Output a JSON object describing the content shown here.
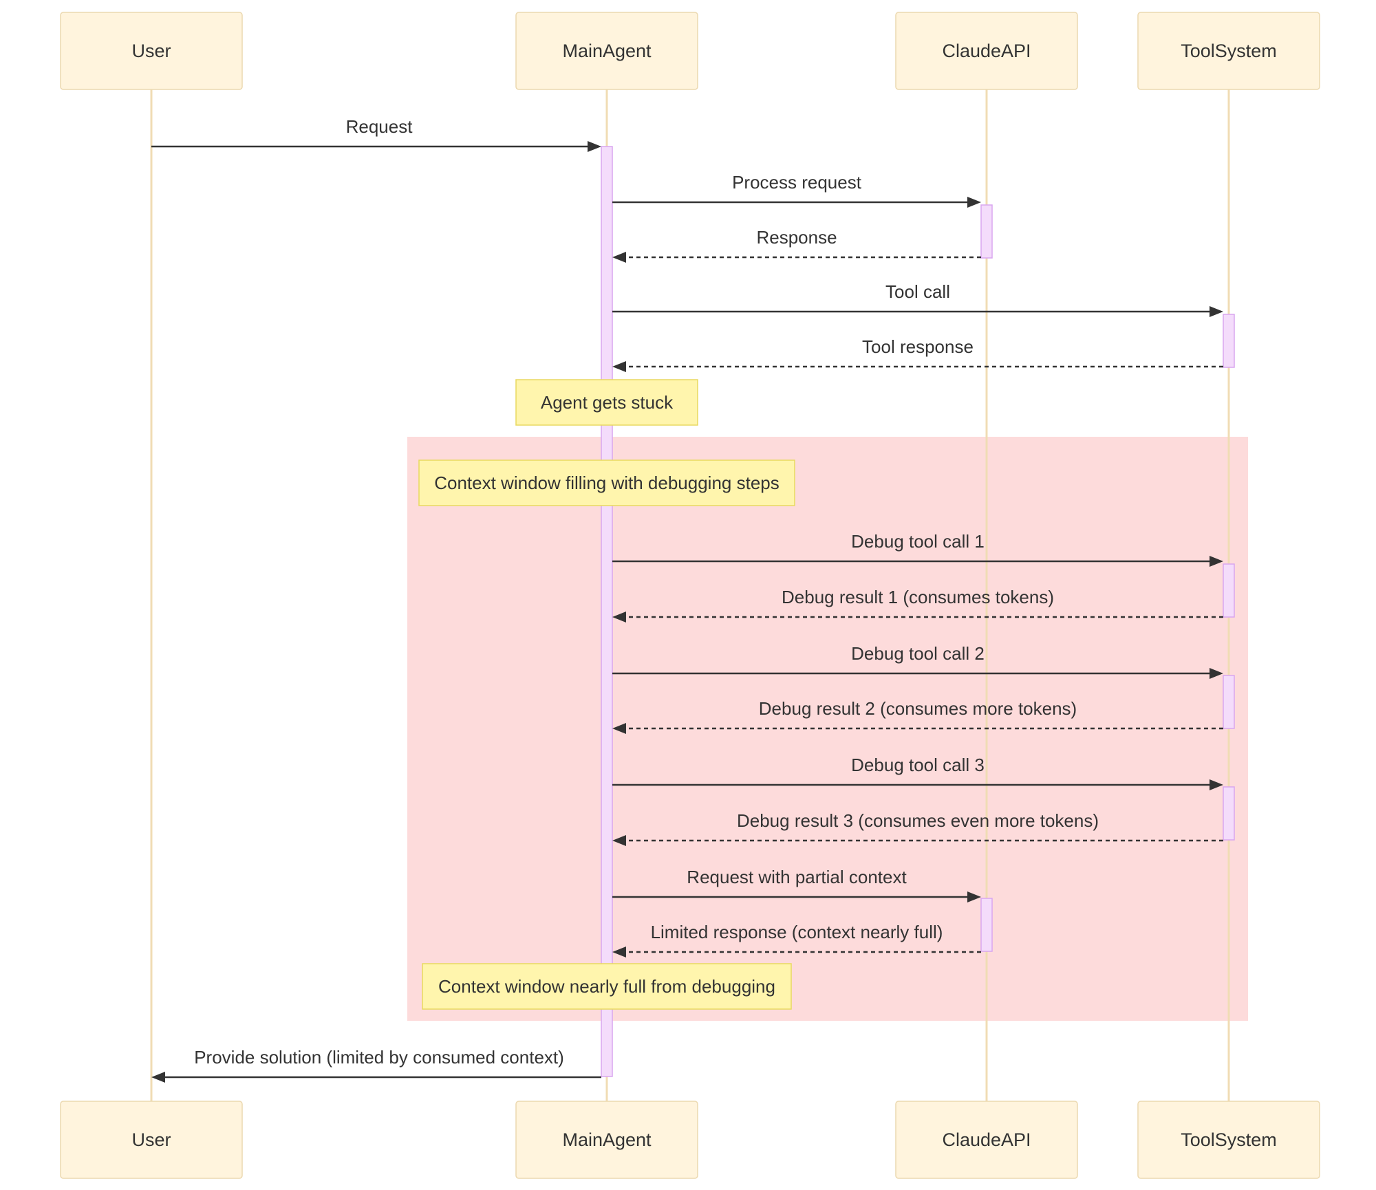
{
  "actors": [
    {
      "id": "user",
      "label": "User"
    },
    {
      "id": "main",
      "label": "MainAgent"
    },
    {
      "id": "claude",
      "label": "ClaudeAPI"
    },
    {
      "id": "tool",
      "label": "ToolSystem"
    }
  ],
  "messages": [
    {
      "id": "m1",
      "from": "user",
      "to": "main",
      "label": "Request",
      "style": "solid"
    },
    {
      "id": "m2",
      "from": "main",
      "to": "claude",
      "label": "Process request",
      "style": "solid"
    },
    {
      "id": "m3",
      "from": "claude",
      "to": "main",
      "label": "Response",
      "style": "dashed"
    },
    {
      "id": "m4",
      "from": "main",
      "to": "tool",
      "label": "Tool call",
      "style": "solid"
    },
    {
      "id": "m5",
      "from": "tool",
      "to": "main",
      "label": "Tool response",
      "style": "dashed"
    },
    {
      "id": "m6",
      "from": "main",
      "to": "tool",
      "label": "Debug tool call 1",
      "style": "solid"
    },
    {
      "id": "m7",
      "from": "tool",
      "to": "main",
      "label": "Debug result 1 (consumes tokens)",
      "style": "dashed"
    },
    {
      "id": "m8",
      "from": "main",
      "to": "tool",
      "label": "Debug tool call 2",
      "style": "solid"
    },
    {
      "id": "m9",
      "from": "tool",
      "to": "main",
      "label": "Debug result 2 (consumes more tokens)",
      "style": "dashed"
    },
    {
      "id": "m10",
      "from": "main",
      "to": "tool",
      "label": "Debug tool call 3",
      "style": "solid"
    },
    {
      "id": "m11",
      "from": "tool",
      "to": "main",
      "label": "Debug result 3 (consumes even more tokens)",
      "style": "dashed"
    },
    {
      "id": "m12",
      "from": "main",
      "to": "claude",
      "label": "Request with partial context",
      "style": "solid"
    },
    {
      "id": "m13",
      "from": "claude",
      "to": "main",
      "label": "Limited response (context nearly full)",
      "style": "dashed"
    },
    {
      "id": "m14",
      "from": "main",
      "to": "user",
      "label": "Provide solution (limited by consumed context)",
      "style": "solid"
    }
  ],
  "notes": [
    {
      "id": "n1",
      "label": "Agent gets stuck"
    },
    {
      "id": "n2",
      "label": "Context window filling with debugging steps"
    },
    {
      "id": "n3",
      "label": "Context window nearly full from debugging"
    }
  ],
  "colors": {
    "actor_fill": "#fff4dd",
    "lifeline": "#f0dcb4",
    "activation_fill": "#f4dcfb",
    "loop_fill": "#fddbdb",
    "note_fill": "#fff5ad",
    "line": "#333333"
  }
}
